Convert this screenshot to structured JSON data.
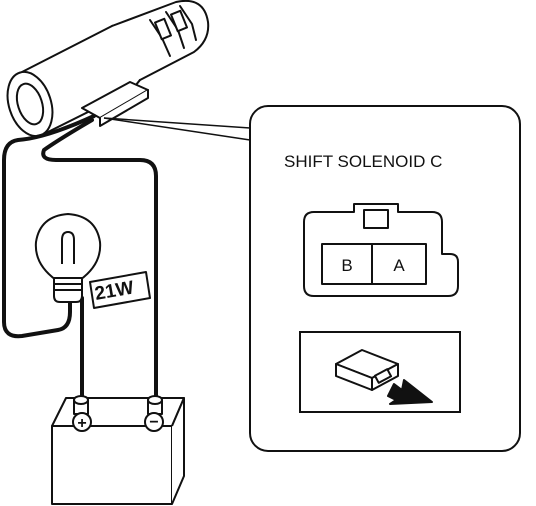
{
  "callout": {
    "title": "SHIFT SOLENOID C"
  },
  "connector": {
    "pins": [
      {
        "label": "B"
      },
      {
        "label": "A"
      }
    ]
  },
  "bulb": {
    "wattage": "21W"
  },
  "battery": {
    "positive_symbol": "+",
    "negative_symbol": "−"
  },
  "colors": {
    "line": "#111111",
    "background": "#ffffff"
  }
}
